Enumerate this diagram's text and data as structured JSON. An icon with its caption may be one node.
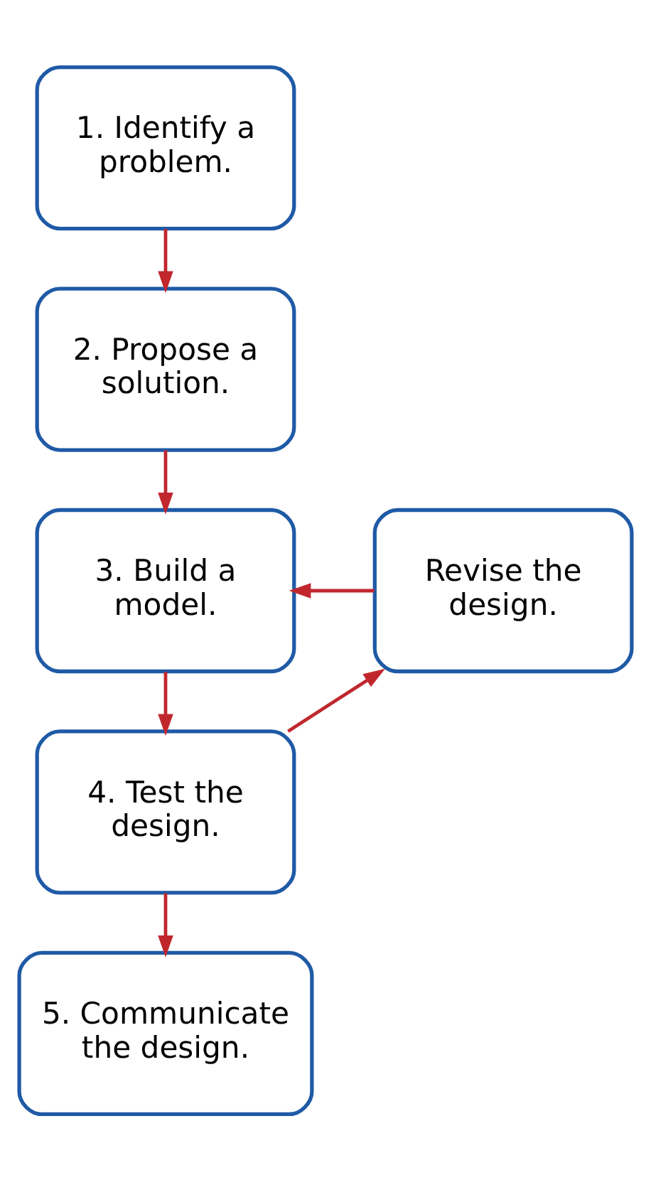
{
  "diagram": {
    "nodes": [
      {
        "text": [
          "1. Identify a problem."
        ]
      },
      {
        "text": [
          "2. Propose a solution."
        ]
      },
      {
        "text": [
          "3. Build a model."
        ]
      },
      {
        "text": [
          "4. Test the design."
        ]
      },
      {
        "text": [
          "5. Communicate the design."
        ]
      },
      {
        "text": [
          "Revise the design."
        ]
      }
    ],
    "edges": [
      {
        "from": 0,
        "to": 1,
        "arrow": "to"
      },
      {
        "from": 1,
        "to": 2,
        "arrow": "to"
      },
      {
        "from": 2,
        "to": 3,
        "arrow": "to"
      },
      {
        "from": 3,
        "to": 4,
        "arrow": "to"
      },
      {
        "from": 3,
        "to": 5,
        "arrow": "to"
      },
      {
        "from": 5,
        "to": 2,
        "arrow": "to"
      }
    ]
  }
}
